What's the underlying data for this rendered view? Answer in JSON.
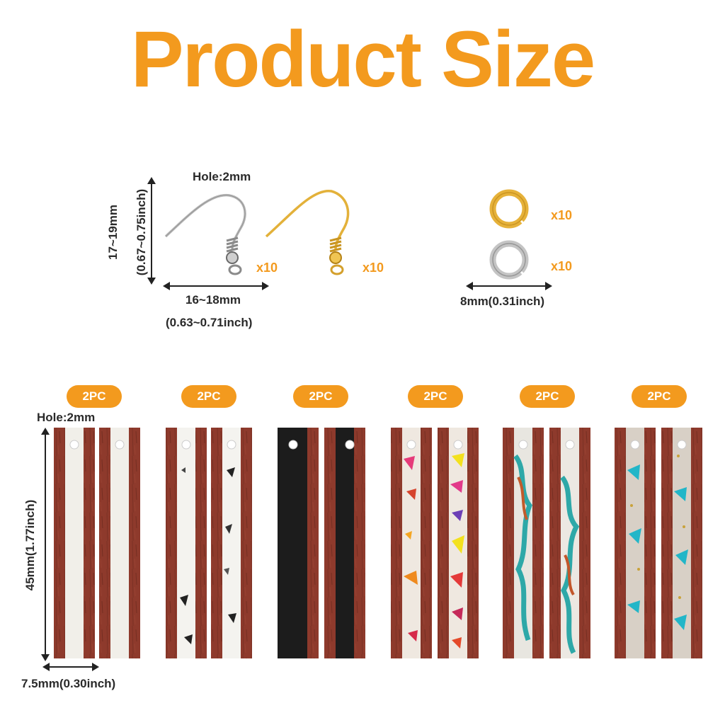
{
  "title": "Product Size",
  "hooks": {
    "hole_label": "Hole:2mm",
    "height_label": "17~19mm",
    "height_inch_label": "(0.67~0.75inch)",
    "width_label": "16~18mm",
    "width_inch_label": "(0.63~0.71inch)",
    "silver_qty": "x10",
    "gold_qty": "x10"
  },
  "rings": {
    "gold_qty": "x10",
    "silver_qty": "x10",
    "size_label": "8mm(0.31inch)"
  },
  "pendants": {
    "hole_label": "Hole:2mm",
    "height_label": "45mm(1.77inch)",
    "width_label": "7.5mm(0.30inch)",
    "badges": [
      "2PC",
      "2PC",
      "2PC",
      "2PC",
      "2PC",
      "2PC"
    ]
  },
  "colors": {
    "accent": "#f39a1e",
    "wood": "#8e3a2c",
    "white_resin": "#f1efe9",
    "black_resin": "#1c1c1c"
  }
}
